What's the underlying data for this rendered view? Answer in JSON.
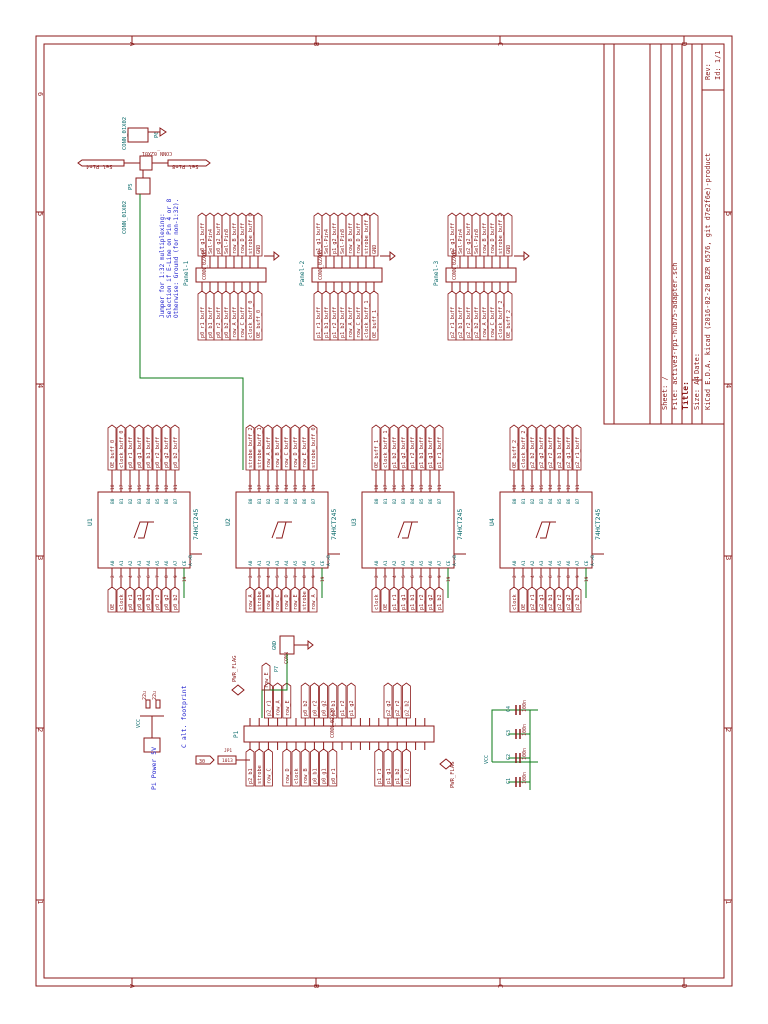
{
  "title_block": {
    "sheet": "Sheet: /",
    "file": "File: active3-rpi-hub75-adapter.sch",
    "title_label": "Title:",
    "size": "Size: A4",
    "date": "Date:",
    "rev": "Rev:",
    "tool": "KiCad E.D.A.  kicad (2016-02-20 BZR 6576, git d7e2f6e)-product",
    "id": "Id: 1/1"
  },
  "frame": {
    "row_labels": [
      "1",
      "2",
      "3",
      "4",
      "5",
      "6"
    ],
    "col_labels": [
      "A",
      "B",
      "C",
      "D"
    ]
  },
  "buffers": [
    {
      "ref": "U1",
      "part": "74HCT245",
      "a_nets": [
        "OE",
        "clock",
        "p0_r1",
        "p0_g1",
        "p0_b1",
        "p0_r2",
        "p0_g2",
        "p0_b2"
      ],
      "b_nets": [
        "OE_buff_0",
        "clock_buff_0",
        "p0_r1_buff",
        "p0_g1_buff",
        "p0_b1_buff",
        "p0_r2_buff",
        "p0_g2_buff",
        "p0_b2_buff"
      ]
    },
    {
      "ref": "U2",
      "part": "74HCT245",
      "a_nets": [
        "row_A",
        "strobe",
        "row_B",
        "row_C",
        "row_D",
        "row_E",
        "strobe",
        "row_A"
      ],
      "b_nets": [
        "strobe_buff_2",
        "strobe_buff_1",
        "row_A_buff",
        "row_B_buff",
        "row_C_buff",
        "row_D_buff",
        "row_E_buff",
        "strobe_buff_0"
      ]
    },
    {
      "ref": "U3",
      "part": "74HCT245",
      "a_nets": [
        "clock",
        "OE",
        "p1_r1",
        "p1_g1",
        "p1_b1",
        "p1_r2",
        "p1_g2",
        "p1_b2"
      ],
      "b_nets": [
        "OE_buff_1",
        "clock_buff_1",
        "p1_b2_buff",
        "p1_g2_buff",
        "p1_r2_buff",
        "p1_b1_buff",
        "p1_g1_buff",
        "p1_r1_buff"
      ]
    },
    {
      "ref": "U4",
      "part": "74HCT245",
      "a_nets": [
        "clock",
        "OE",
        "p2_r1",
        "p2_g1",
        "p2_b1",
        "p2_r2",
        "p2_g2",
        "p2_b2"
      ],
      "b_nets": [
        "OE_buff_2",
        "clock_buff_2",
        "p2_b2_buff",
        "p2_g2_buff",
        "p2_r2_buff",
        "p2_b1_buff",
        "p2_g1_buff",
        "p2_r1_buff"
      ]
    }
  ],
  "buffer_pins": {
    "a_names": [
      "A0",
      "A1",
      "A2",
      "A3",
      "A4",
      "A5",
      "A6",
      "A7"
    ],
    "a_nums": [
      "2",
      "3",
      "4",
      "5",
      "6",
      "7",
      "8",
      "9"
    ],
    "b_names": [
      "B0",
      "B1",
      "B2",
      "B3",
      "B4",
      "B5",
      "B6",
      "B7"
    ],
    "b_nums": [
      "18",
      "17",
      "16",
      "15",
      "14",
      "13",
      "12",
      "11"
    ],
    "dir_label": "A->B",
    "dir_num": "1",
    "ce_label": "CE",
    "ce_num": "19"
  },
  "panels": [
    {
      "ref": "Panel-1",
      "left": [
        "p0_r1_buff",
        "p0_b1_buff",
        "p0_r2_buff",
        "p0_b2_buff",
        "row_A_buff",
        "row_C_buff",
        "clock_buff_0",
        "OE_buff_0"
      ],
      "right": [
        "p0_g1_buff",
        "Sel-Pin4",
        "p0_g2_buff",
        "Sel-Pin8",
        "row_B_buff",
        "row_D_buff",
        "strobe_buff_0",
        "GND"
      ]
    },
    {
      "ref": "Panel-2",
      "left": [
        "p1_r1_buff",
        "p1_b1_buff",
        "p1_r2_buff",
        "p1_b2_buff",
        "row_A_buff",
        "row_C_buff",
        "clock_buff_1",
        "OE_buff_1"
      ],
      "right": [
        "p1_g1_buff",
        "Sel-Pin4",
        "p1_g2_buff",
        "Sel-Pin8",
        "row_B_buff",
        "row_D_buff",
        "strobe_buff_1",
        "GND"
      ]
    },
    {
      "ref": "Panel-3",
      "left": [
        "p2_r1_buff",
        "p2_b1_buff",
        "p2_r2_buff",
        "p2_b2_buff",
        "row_A_buff",
        "row_C_buff",
        "clock_buff_2",
        "OE_buff_2"
      ],
      "right": [
        "p2_g1_buff",
        "Sel-Pin4",
        "p2_g2_buff",
        "Sel-Pin8",
        "row_B_buff",
        "row_D_buff",
        "strobe_buff_2",
        "GND"
      ]
    }
  ],
  "panel_part": "CONN_02X08",
  "jumper": {
    "p6_ref": "P6",
    "p6_part": "CONN_01X02",
    "p5_ref": "P5",
    "p5_part": "CONN_02X01",
    "p4_part": "CONN_01X02",
    "sel_pin4": "Sel-Pin4",
    "sel_pin8": "Sel-Pin8",
    "note": [
      "Jumper for 1:32 multiplexing:",
      "Selection if E-Line on Pin 4 or 8",
      "Otherwise: Ground (for non-1:32)."
    ]
  },
  "rpi": {
    "ref": "P1",
    "part": "CONN_02X20",
    "left": [
      "p2_b1",
      "strobe",
      "row_C",
      "row_D",
      "clock",
      "row_B",
      "p0_b1",
      "p0_g1",
      "p0_r1",
      "p1_r1",
      "p1_g1",
      "p1_b2",
      "p1_r2"
    ],
    "right": [
      "p2_r1",
      "row_A",
      "row_E",
      "p0_b2",
      "p0_r2",
      "p0_g2",
      "p1_b1",
      "p1_r2",
      "p1_g2",
      "p2_g2",
      "p2_r2",
      "p2_b2"
    ],
    "flag1": "PWR_FLAG",
    "flag2": "PWR_FLAG",
    "gnd_label": "GND",
    "gnd_part": "CONN",
    "p7_ref": "P7",
    "row_e_label": "row_E",
    "jp_ref": "JP1",
    "jp_part": "1013",
    "jp_net": "30"
  },
  "power": {
    "caption": "Pi Power 5V",
    "note": "C alt. footprint",
    "caps": [
      "22u",
      "22u"
    ],
    "vcc": "VCC"
  },
  "decoupling": {
    "refs": [
      "C1",
      "C2",
      "C3",
      "C4"
    ],
    "values": [
      "100n",
      "100n",
      "100n",
      "100n"
    ],
    "vcc": "VCC"
  }
}
